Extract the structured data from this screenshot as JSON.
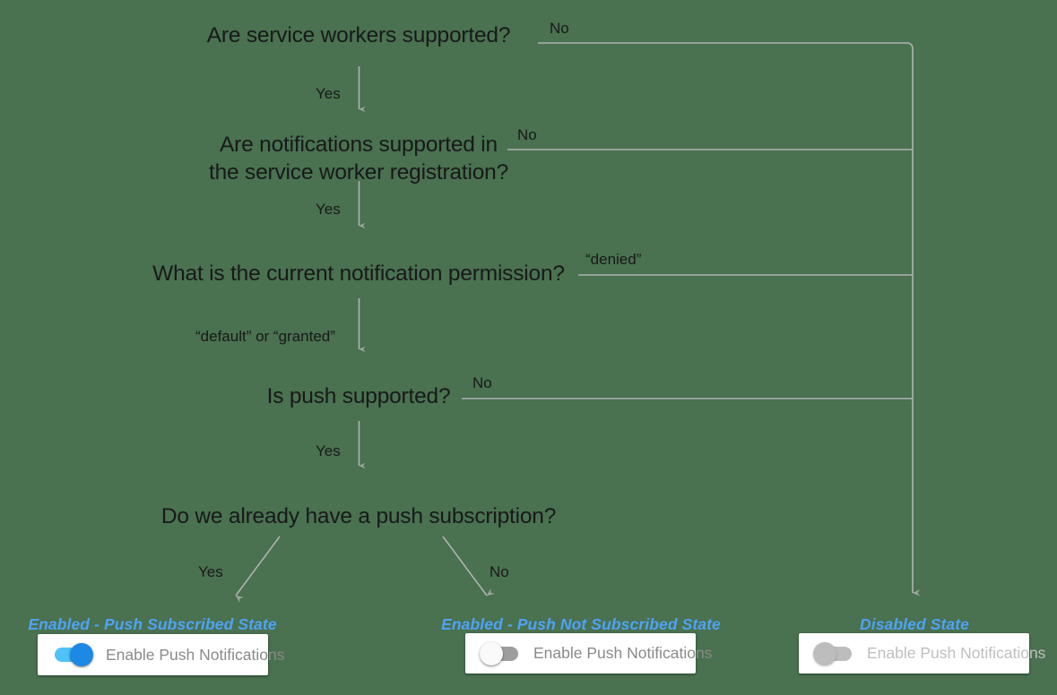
{
  "diagram": {
    "title": "Push Notification Enablement Decision Flow",
    "background_color": "#4a7150",
    "line_color": "#b0b3b0",
    "accent_color": "#4ea3f5",
    "toggle_on_track_color": "#4fc3f7",
    "toggle_on_knob_color": "#1e88e5",
    "toggle_off_track_color": "#9e9e9e",
    "toggle_disabled_color": "#bdbdbd"
  },
  "questions": [
    {
      "id": "q1",
      "text": "Are service workers supported?"
    },
    {
      "id": "q2",
      "line1": "Are notifications supported in",
      "line2": "the service worker registration?"
    },
    {
      "id": "q3",
      "text": "What is the current notification permission?"
    },
    {
      "id": "q4",
      "text": "Is push supported?"
    },
    {
      "id": "q5",
      "text": "Do we already have a push subscription?"
    }
  ],
  "edge_labels": {
    "q1_yes": "Yes",
    "q1_no": "No",
    "q2_yes": "Yes",
    "q2_no": "No",
    "q3_yes": "“default” or “granted”",
    "q3_no": "“denied”",
    "q4_yes": "Yes",
    "q4_no": "No",
    "q5_yes": "Yes",
    "q5_no": "No"
  },
  "states": [
    {
      "id": "enabled-subscribed",
      "label": "Enabled - Push Subscribed State",
      "toggle_state": "on",
      "caption": "Enable Push Notifications"
    },
    {
      "id": "enabled-not-subscribed",
      "label": "Enabled - Push Not Subscribed State",
      "toggle_state": "off",
      "caption": "Enable Push Notifications"
    },
    {
      "id": "disabled",
      "label": "Disabled State",
      "toggle_state": "disabled",
      "caption": "Enable Push Notifications"
    }
  ]
}
